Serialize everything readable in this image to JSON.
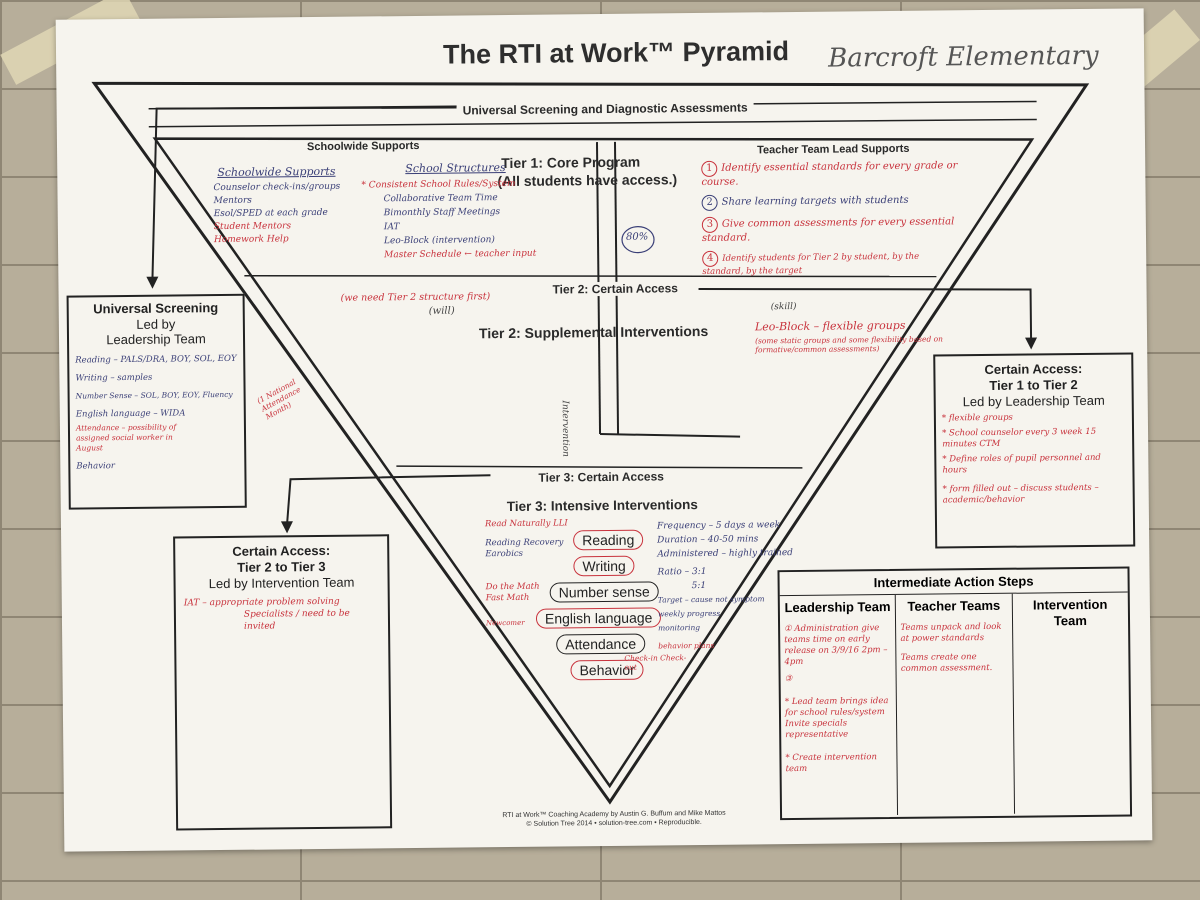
{
  "poster": {
    "title": "The RTI at Work™ Pyramid",
    "school_name": "Barcroft Elementary",
    "universal_screening_band": "Universal Screening and Diagnostic Assessments",
    "footer_line1": "RTI at Work™ Coaching Academy by Austin G. Buffum and Mike Mattos",
    "footer_line2": "© Solution Tree 2014 • solution-tree.com • Reproducible."
  },
  "tier1": {
    "schoolwide_supports_label": "Schoolwide Supports",
    "teacher_team_label": "Teacher Team Lead Supports",
    "title": "Tier 1: Core Program",
    "subtitle": "(All students have access.)",
    "percent": "80%",
    "schoolwide_heading": "Schoolwide Supports",
    "schoolwide_items": [
      "Counselor check-ins/groups",
      "Mentors",
      "Esol/SPED at each grade",
      "Student Mentors",
      "Homework Help"
    ],
    "structures_heading": "School Structures",
    "structures_items": [
      "* Consistent School Rules/System",
      "Collaborative Team Time",
      "Bimonthly Staff Meetings",
      "IAT",
      "Leo-Block (intervention)",
      "Master Schedule ← teacher input"
    ],
    "team_items": [
      {
        "num": "1",
        "text": "Identify essential standards for every grade or course."
      },
      {
        "num": "2",
        "text": "Share learning targets with students"
      },
      {
        "num": "3",
        "text": "Give common assessments for every essential standard."
      },
      {
        "num": "4",
        "text": "Identify students for Tier 2 by student, by the standard, by the target"
      }
    ]
  },
  "tier2": {
    "certain_access_label": "Tier 2: Certain Access",
    "note": "(we need Tier 2 structure first)",
    "note_will": "(will)",
    "title": "Tier 2: Supplemental Interventions",
    "skill_note": "(skill)",
    "leo_block": "Leo-Block – flexible groups",
    "leo_detail": "(some static groups and some flexibility based on formative/common assessments)",
    "vertical_label": "Intervention"
  },
  "tier3": {
    "certain_access_label": "Tier 3: Certain Access",
    "title": "Tier 3: Intensive Interventions",
    "areas": [
      "Reading",
      "Writing",
      "Number sense",
      "English language",
      "Attendance",
      "Behavior"
    ],
    "left_notes": [
      "Read Naturally  LLI",
      "Reading Recovery",
      "Earobics",
      "Do the Math",
      "Fast Math",
      "Newcomer"
    ],
    "right_notes": [
      "Frequency – 5 days a week",
      "Duration – 40-50 mins",
      "Administered – highly trained",
      "Ratio – 3:1",
      "5:1",
      "Target – cause not symptom",
      "weekly progress monitoring",
      "behavior plans",
      "Check-in Check-out"
    ]
  },
  "universal_screening": {
    "title": "Universal Screening",
    "subtitle1": "Led by",
    "subtitle2": "Leadership Team",
    "items": [
      "Reading – PALS/DRA, BOY, SOL, EOY",
      "Writing – samples",
      "Number Sense – SOL, BOY, EOY, Fluency",
      "English language – WIDA",
      "Attendance – possibility of assigned social worker in August",
      "Behavior"
    ],
    "note": "(1 National Attendance Month)"
  },
  "certain_access_1_2": {
    "title": "Certain Access:",
    "subtitle": "Tier 1 to Tier 2",
    "led": "Led by Leadership Team",
    "items": [
      "* flexible groups",
      "* School counselor every 3 week 15 minutes CTM",
      "* Define roles of pupil personnel and hours",
      "* form filled out – discuss students – academic/behavior"
    ]
  },
  "certain_access_2_3": {
    "title": "Certain Access:",
    "subtitle": "Tier 2 to Tier 3",
    "led": "Led by Intervention Team",
    "items": [
      "IAT – appropriate problem solving",
      "Specialists / need to be invited"
    ]
  },
  "action_steps": {
    "title": "Intermediate Action Steps",
    "columns": [
      {
        "heading": "Leadership Team",
        "notes": [
          "① Administration give teams time on early release on 3/9/16 2pm – 4pm",
          "③",
          "* Lead team brings idea for school rules/system Invite specials representative",
          "* Create intervention team"
        ]
      },
      {
        "heading": "Teacher Teams",
        "notes": [
          "Teams unpack and look at power standards",
          "Teams create one common assessment."
        ]
      },
      {
        "heading": "Intervention Team",
        "notes": []
      }
    ]
  },
  "colors": {
    "ink": "#222222",
    "red_marker": "#c8323c",
    "blue_marker": "#3a3f77",
    "paper": "#f6f4ee",
    "wall": "#b7ae9a"
  }
}
